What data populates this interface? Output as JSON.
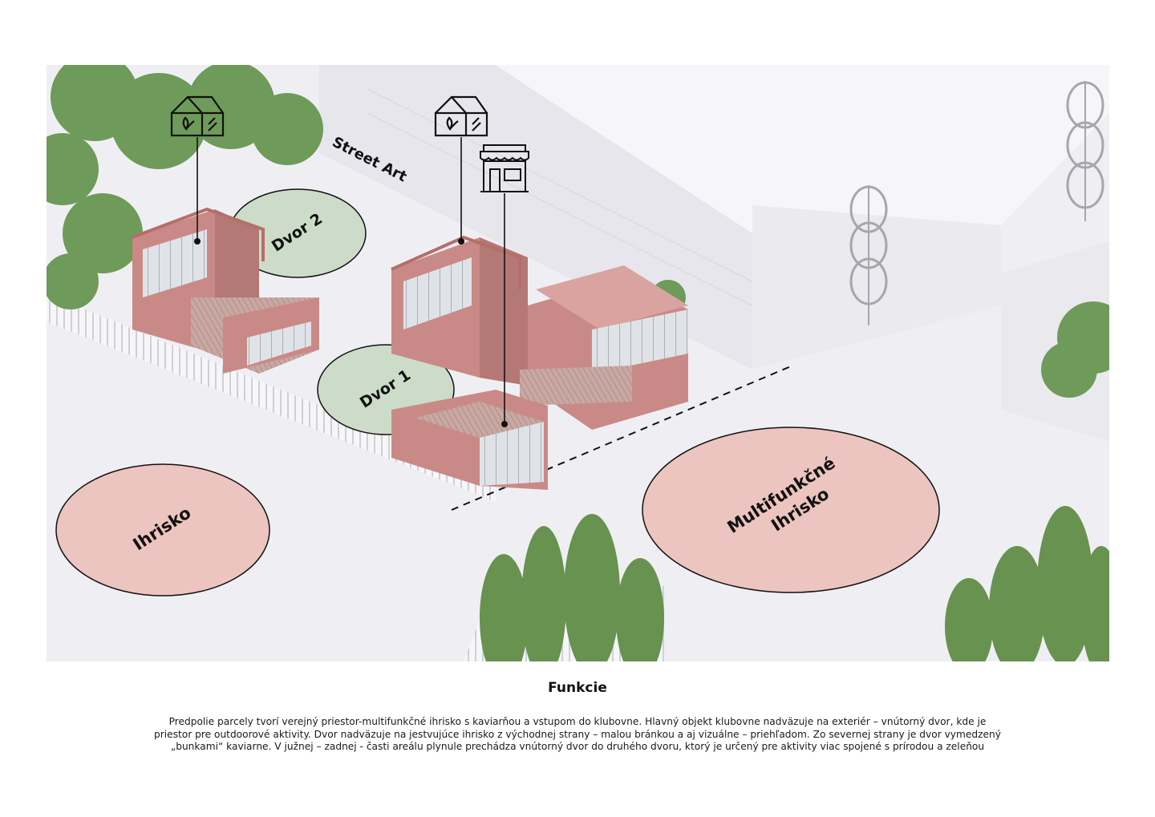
{
  "diagram": {
    "labels": {
      "street_art": "Street Art",
      "dvor2": "Dvor 2",
      "dvor1": "Dvor 1",
      "ihrisko": "Ihrisko",
      "multi_line1": "Multifunkčné",
      "multi_line2": "Ihrisko"
    },
    "icons": [
      "greenhouse-icon",
      "greenhouse-icon",
      "cafe-shop-icon"
    ],
    "colors": {
      "green_zone": "#ccdcc9",
      "pink_zone": "#ecc4c0",
      "container": "#c98a87",
      "tree": "#6e9a5a",
      "ground": "#efeff3"
    }
  },
  "caption": {
    "title": "Funkcie",
    "text": "Predpolie parcely tvorí verejný priestor-multifunkčné ihrisko s kaviarňou a vstupom do klubovne. Hlavný objekt klubovne nadväzuje na exteriér – vnútorný dvor, kde je priestor pre outdoorové aktivity. Dvor nadväzuje na jestvujúce ihrisko z východnej strany – malou bránkou a aj vizuálne – priehľadom. Zo severnej strany je dvor vymedzený „bunkami“ kaviarne. V južnej – zadnej - časti areálu plynule prechádza vnútorný dvor do druhého dvoru, ktorý je určený pre aktivity viac spojené s prírodou a zeleňou"
  }
}
